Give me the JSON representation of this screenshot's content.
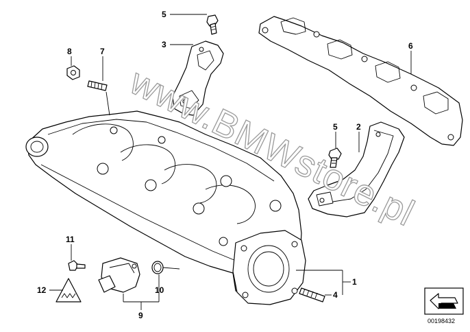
{
  "callouts": {
    "c1": "1",
    "c2": "2",
    "c3": "3",
    "c4": "4",
    "c5a": "5",
    "c5b": "5",
    "c6": "6",
    "c7": "7",
    "c8": "8",
    "c9": "9",
    "c10": "10",
    "c11": "11",
    "c12": "12"
  },
  "watermark": "www.BMWstore.pl",
  "document_number": "00198432",
  "icons": [
    "view-direction-arrow-icon",
    "warning-triangle-icon"
  ]
}
